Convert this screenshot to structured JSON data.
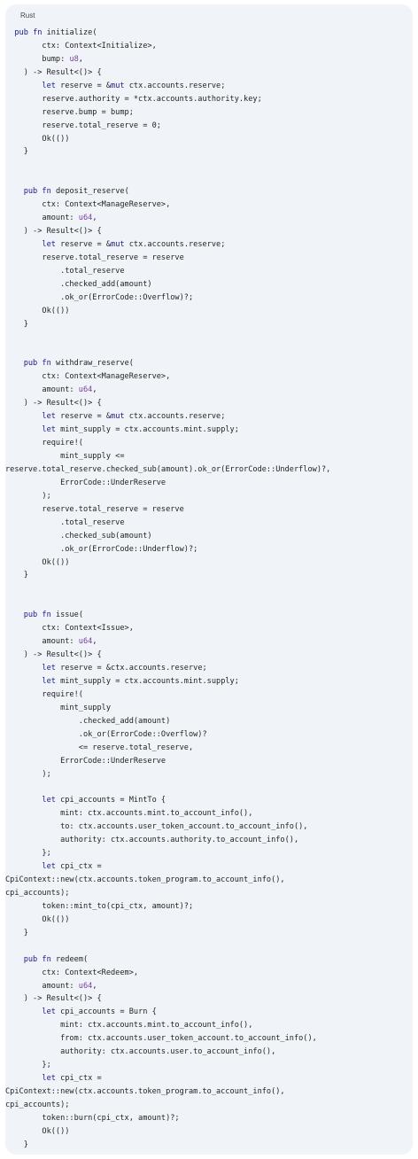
{
  "code_block": {
    "language_label": "Rust",
    "lines": [
      "  pub fn initialize(",
      "        ctx: Context<Initialize>,",
      "        bump: u8,",
      "    ) -> Result<()> {",
      "        let reserve = &mut ctx.accounts.reserve;",
      "        reserve.authority = *ctx.accounts.authority.key;",
      "        reserve.bump = bump;",
      "        reserve.total_reserve = 0;",
      "        Ok(())",
      "    }",
      "",
      "",
      "    pub fn deposit_reserve(",
      "        ctx: Context<ManageReserve>,",
      "        amount: u64,",
      "    ) -> Result<()> {",
      "        let reserve = &mut ctx.accounts.reserve;",
      "        reserve.total_reserve = reserve",
      "            .total_reserve",
      "            .checked_add(amount)",
      "            .ok_or(ErrorCode::Overflow)?;",
      "        Ok(())",
      "    }",
      "",
      "",
      "    pub fn withdraw_reserve(",
      "        ctx: Context<ManageReserve>,",
      "        amount: u64,",
      "    ) -> Result<()> {",
      "        let reserve = &mut ctx.accounts.reserve;",
      "        let mint_supply = ctx.accounts.mint.supply;",
      "        require!(",
      "            mint_supply <=",
      "reserve.total_reserve.checked_sub(amount).ok_or(ErrorCode::Underflow)?,",
      "            ErrorCode::UnderReserve",
      "        );",
      "        reserve.total_reserve = reserve",
      "            .total_reserve",
      "            .checked_sub(amount)",
      "            .ok_or(ErrorCode::Underflow)?;",
      "        Ok(())",
      "    }",
      "",
      "",
      "    pub fn issue(",
      "        ctx: Context<Issue>,",
      "        amount: u64,",
      "    ) -> Result<()> {",
      "        let reserve = &ctx.accounts.reserve;",
      "        let mint_supply = ctx.accounts.mint.supply;",
      "        require!(",
      "            mint_supply",
      "                .checked_add(amount)",
      "                .ok_or(ErrorCode::Overflow)?",
      "                <= reserve.total_reserve,",
      "            ErrorCode::UnderReserve",
      "        );",
      "",
      "        let cpi_accounts = MintTo {",
      "            mint: ctx.accounts.mint.to_account_info(),",
      "            to: ctx.accounts.user_token_account.to_account_info(),",
      "            authority: ctx.accounts.authority.to_account_info(),",
      "        };",
      "        let cpi_ctx =",
      "CpiContext::new(ctx.accounts.token_program.to_account_info(),",
      "cpi_accounts);",
      "        token::mint_to(cpi_ctx, amount)?;",
      "        Ok(())",
      "    }",
      "",
      "    pub fn redeem(",
      "        ctx: Context<Redeem>,",
      "        amount: u64,",
      "    ) -> Result<()> {",
      "        let cpi_accounts = Burn {",
      "            mint: ctx.accounts.mint.to_account_info(),",
      "            from: ctx.accounts.user_token_account.to_account_info(),",
      "            authority: ctx.accounts.user.to_account_info(),",
      "        };",
      "        let cpi_ctx =",
      "CpiContext::new(ctx.accounts.token_program.to_account_info(),",
      "cpi_accounts);",
      "        token::burn(cpi_ctx, amount)?;",
      "        Ok(())",
      "    }"
    ]
  },
  "colors": {
    "background": "#f0f4f9",
    "text": "#1f1f1f",
    "keyword": "#1a1a8c",
    "type": "#7a3e9d"
  }
}
